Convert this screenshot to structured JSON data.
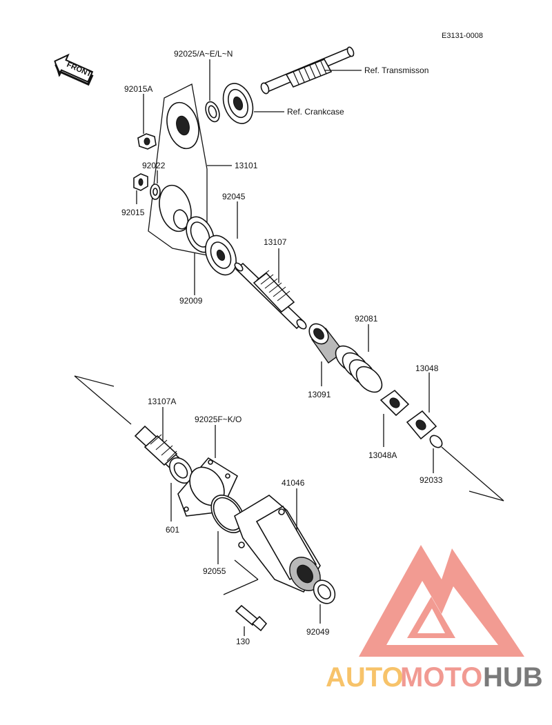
{
  "diagram": {
    "code": "E3131-0008",
    "front_label": "FRONT",
    "refs": {
      "transmission": "Ref. Transmisson",
      "crankcase": "Ref. Crankcase"
    },
    "parts": {
      "p92025_an": "92025/A~E/L~N",
      "p92015a": "92015A",
      "p92022": "92022",
      "p92015": "92015",
      "p13101": "13101",
      "p92045": "92045",
      "p13107": "13107",
      "p92009": "92009",
      "p92081": "92081",
      "p13048": "13048",
      "p13091": "13091",
      "p13048a": "13048A",
      "p92033": "92033",
      "p13107a": "13107A",
      "p92025_fo": "92025F~K/O",
      "p41046": "41046",
      "p601": "601",
      "p92055": "92055",
      "p92049": "92049",
      "p130": "130"
    }
  },
  "watermark": {
    "part1": "AUTO",
    "part2": "MOTO",
    "part3": "HUB",
    "colors": {
      "auto": "#f7c36a",
      "moto": "#f19a92",
      "hub": "#7a7a7a",
      "logo": "#f08a80"
    }
  }
}
